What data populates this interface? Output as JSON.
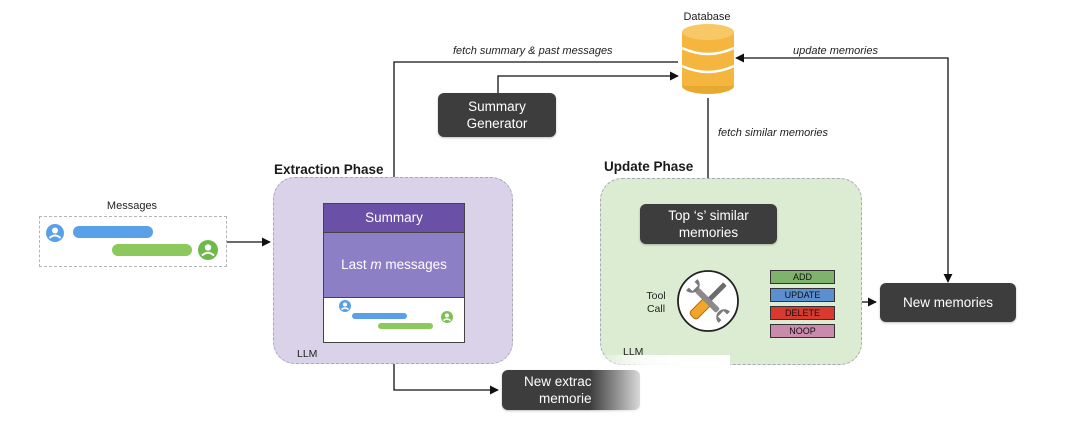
{
  "database": {
    "label": "Database"
  },
  "edges": {
    "fetch_summary": "fetch summary & past messages",
    "update_memories": "update memories",
    "fetch_similar": "fetch similar memories"
  },
  "summary_generator": {
    "line1": "Summary",
    "line2": "Generator"
  },
  "extraction": {
    "title": "Extraction Phase",
    "summary": "Summary",
    "last_messages_prefix": "Last ",
    "last_messages_var": "m",
    "last_messages_suffix": " messages",
    "llm": "LLM"
  },
  "messages": {
    "label": "Messages"
  },
  "update": {
    "title": "Update Phase",
    "top_line1": "Top ‘s’ similar",
    "top_line2": "memories",
    "tool_line1": "Tool",
    "tool_line2": "Call",
    "llm": "LLM",
    "ops": [
      {
        "label": "ADD",
        "color": "#7fb26a"
      },
      {
        "label": "UPDATE",
        "color": "#5b8fd0"
      },
      {
        "label": "DELETE",
        "color": "#d93a2f"
      },
      {
        "label": "NOOP",
        "color": "#c98aab"
      }
    ]
  },
  "new_memories": {
    "label": "New memories"
  },
  "new_extracted": {
    "line1": "New extrac",
    "line2": "memorie"
  },
  "colors": {
    "dark_box": "#3d3d3d",
    "extraction_bg": "#d9d2e9",
    "update_bg": "#dcecd3",
    "summary_header": "#6a50a7",
    "last_messages": "#8c7fc6",
    "db_gold": "#f4b63f",
    "bubble_blue": "#5aa0e8",
    "bubble_green": "#8cc85c"
  }
}
